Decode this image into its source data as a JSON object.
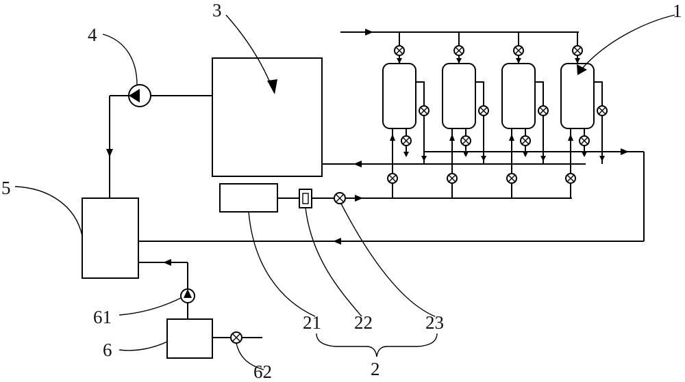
{
  "figure": {
    "labels": {
      "reactor_group": "1",
      "collection_unit": "2",
      "tank": "3",
      "pump": "4",
      "buffer_tank": "5",
      "supply_tank": "6",
      "supply_pump": "61",
      "supply_valve": "62",
      "box_21": "21",
      "meter_22": "22",
      "valve_23": "23"
    },
    "colors": {
      "line": "#000000",
      "background": "#ffffff"
    },
    "symbols": {
      "valve": "valve-icon",
      "pump": "pump-icon",
      "flow_arrow": "flow-arrow-icon",
      "reactor": "reactor-vessel-icon"
    }
  }
}
